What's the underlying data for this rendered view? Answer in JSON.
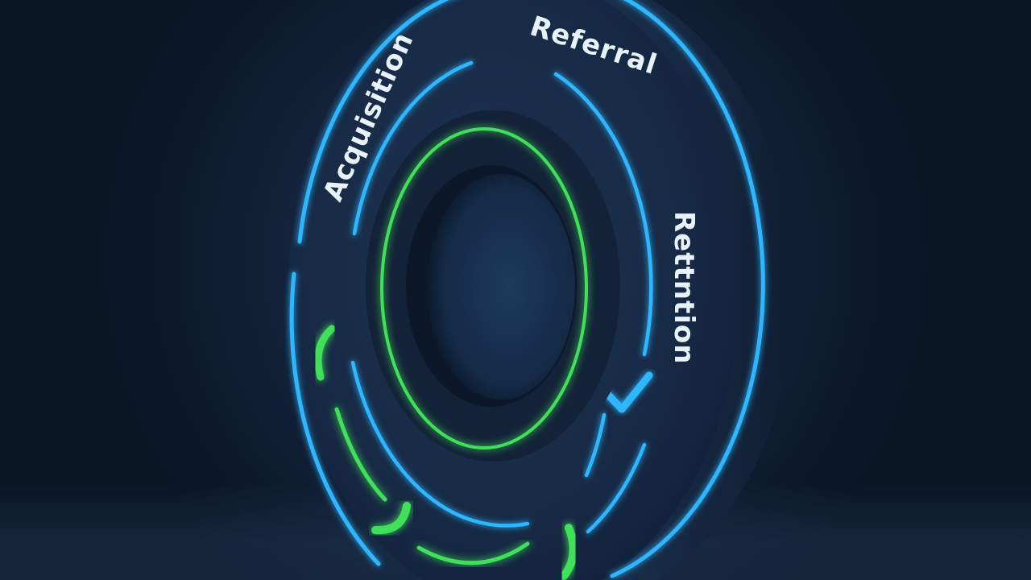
{
  "diagram": {
    "labels": {
      "referral": "Referral",
      "acquisition": "Acquisition",
      "retention": "Rettntion"
    },
    "colors": {
      "background": "#142640",
      "ring_body": "#1a2c47",
      "blue_glow": "#2fb6ff",
      "green_glow": "#3fe05a",
      "label_text": "#e8f2fb"
    }
  }
}
